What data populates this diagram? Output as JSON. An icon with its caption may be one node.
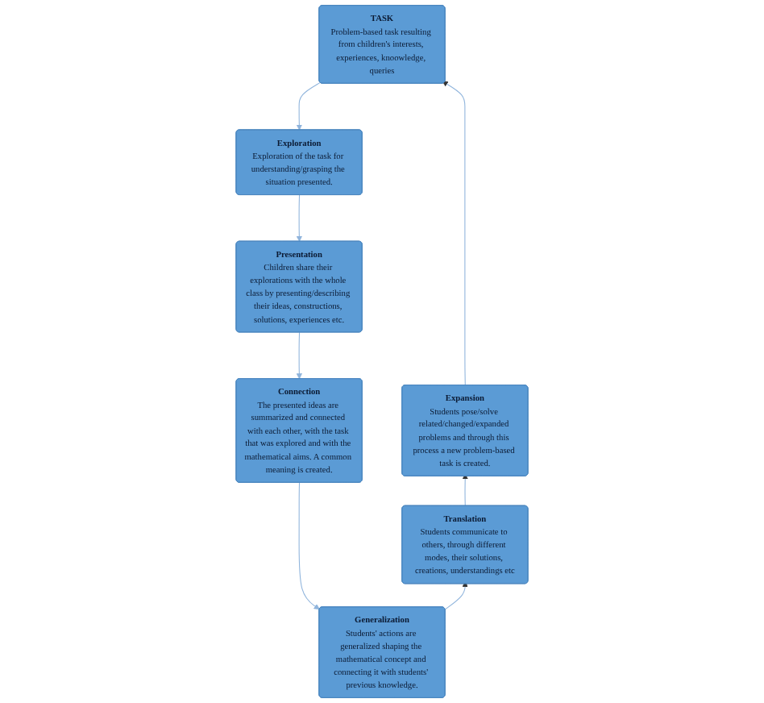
{
  "diagram": {
    "nodes": [
      {
        "text": [
          "TASK",
          "Problem-based task resulting from children's interests, experiences, knoowledge, queries"
        ]
      },
      {
        "text": [
          "Exploration",
          "Exploration of the task for understanding/grasping the situation presented."
        ]
      },
      {
        "text": [
          "Presentation",
          "Children share their explorations with the whole class by presenting/describing their ideas, constructions, solutions, experiences etc."
        ]
      },
      {
        "text": [
          "Connection",
          "The presented ideas are summarized and connected with each other, with the task that was explored and with the mathematical aims. A common meaning is created."
        ]
      },
      {
        "text": [
          "Generalization",
          "Students' actions are generalized shaping the mathematical concept and connecting it with students' previous knowledge."
        ]
      },
      {
        "text": [
          "Translation",
          "Students communicate to others, through different modes, their solutions, creations, understandings etc"
        ]
      },
      {
        "text": [
          "Expansion",
          "Students pose/solve related/changed/expanded problems and through this process a new problem-based task is created."
        ]
      }
    ],
    "edges": [
      {
        "from": 0,
        "to": 1,
        "arrow": "to"
      },
      {
        "from": 1,
        "to": 2,
        "arrow": "to"
      },
      {
        "from": 2,
        "to": 3,
        "arrow": "to"
      },
      {
        "from": 3,
        "to": 4,
        "arrow": "to"
      },
      {
        "from": 4,
        "to": 5,
        "arrow": "to"
      },
      {
        "from": 5,
        "to": 6,
        "arrow": "to"
      },
      {
        "from": 6,
        "to": 0,
        "arrow": "to"
      }
    ]
  }
}
